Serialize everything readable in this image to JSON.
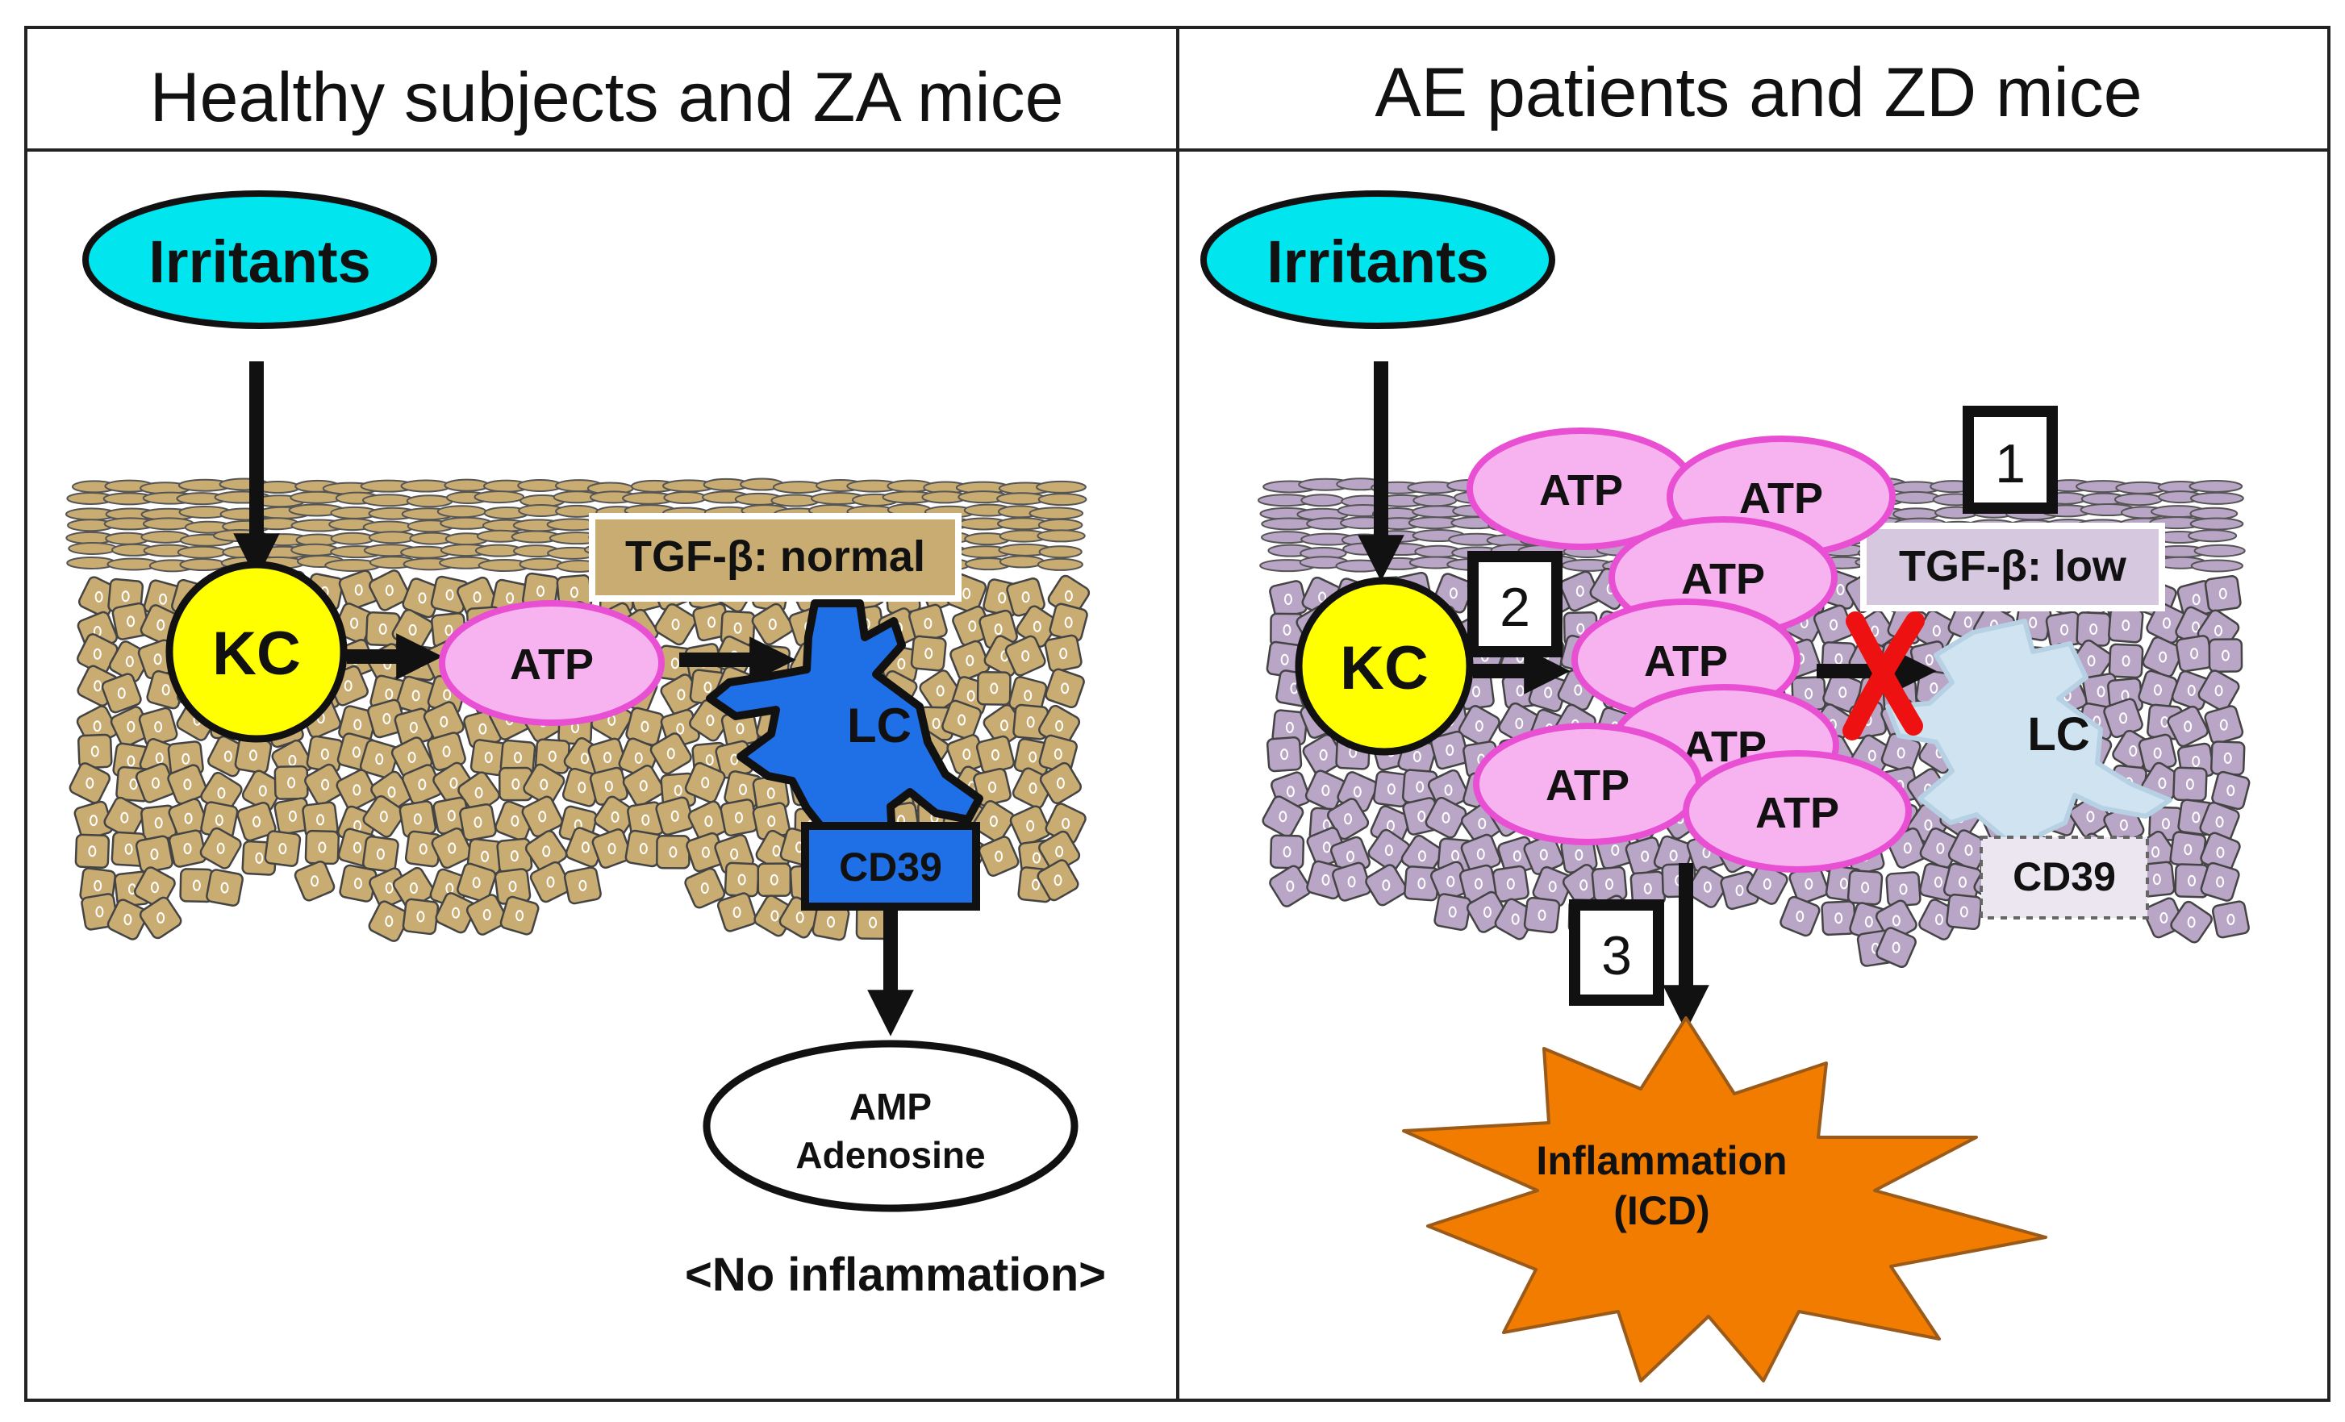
{
  "left_panel": {
    "title": "Healthy subjects and ZA mice",
    "irritants": "Irritants",
    "kc": "KC",
    "atp": "ATP",
    "tgf": "TGF-β: normal",
    "lc": "LC",
    "cd39": "CD39",
    "products": [
      "AMP",
      "Adenosine"
    ],
    "outcome": "<No inflammation>"
  },
  "right_panel": {
    "title": "AE patients and ZD mice",
    "irritants": "Irritants",
    "kc": "KC",
    "atp_label": "ATP",
    "tgf": "TGF-β: low",
    "lc": "LC",
    "cd39": "CD39",
    "steps": [
      "1",
      "2",
      "3"
    ],
    "outcome_lines": [
      "Inflammation",
      "(ICD)"
    ]
  },
  "colors": {
    "tan_cells": "#c9ac72",
    "purple_cells": "#b9a5c5",
    "irritant_fill": "#00e5ee",
    "kc_fill": "#ffff00",
    "atp_fill": "#f7b3ef",
    "atp_stroke": "#e84fd2",
    "lc_blue": "#1f6fe6",
    "lc_faded": "#cfe3f1",
    "inflammation": "#f27c00",
    "x_mark": "#ee1111"
  }
}
